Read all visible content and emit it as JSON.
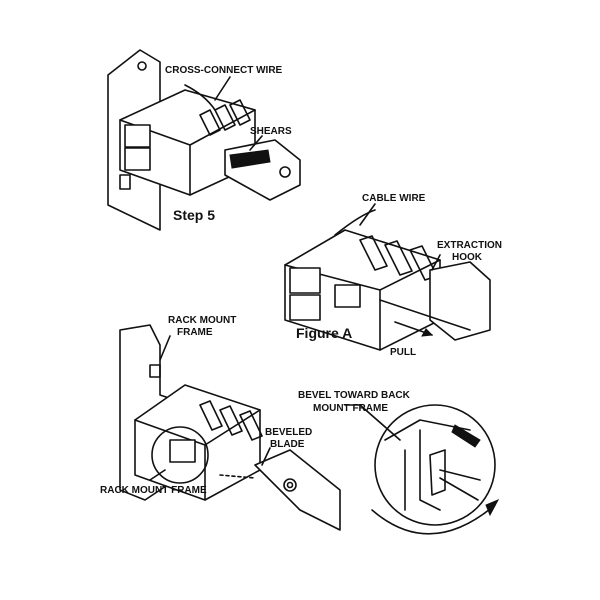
{
  "step5": {
    "cross_connect_label": "CROSS-CONNECT WIRE",
    "shears_label": "SHEARS",
    "caption": "Step 5"
  },
  "figure_a": {
    "cable_wire_label": "CABLE WIRE",
    "extraction_hook_line1": "EXTRACTION",
    "extraction_hook_line2": "HOOK",
    "caption": "Figure A",
    "pull_label": "PULL"
  },
  "bottom": {
    "rack_mount_frame_line1": "RACK MOUNT",
    "rack_mount_frame_line2": "FRAME",
    "rack_mount_frame_bottom": "RACK MOUNT FRAME",
    "beveled_blade_line1": "BEVELED",
    "beveled_blade_line2": "BLADE",
    "bevel_toward_line1": "BEVEL TOWARD BACK",
    "bevel_toward_line2": "MOUNT FRAME"
  }
}
